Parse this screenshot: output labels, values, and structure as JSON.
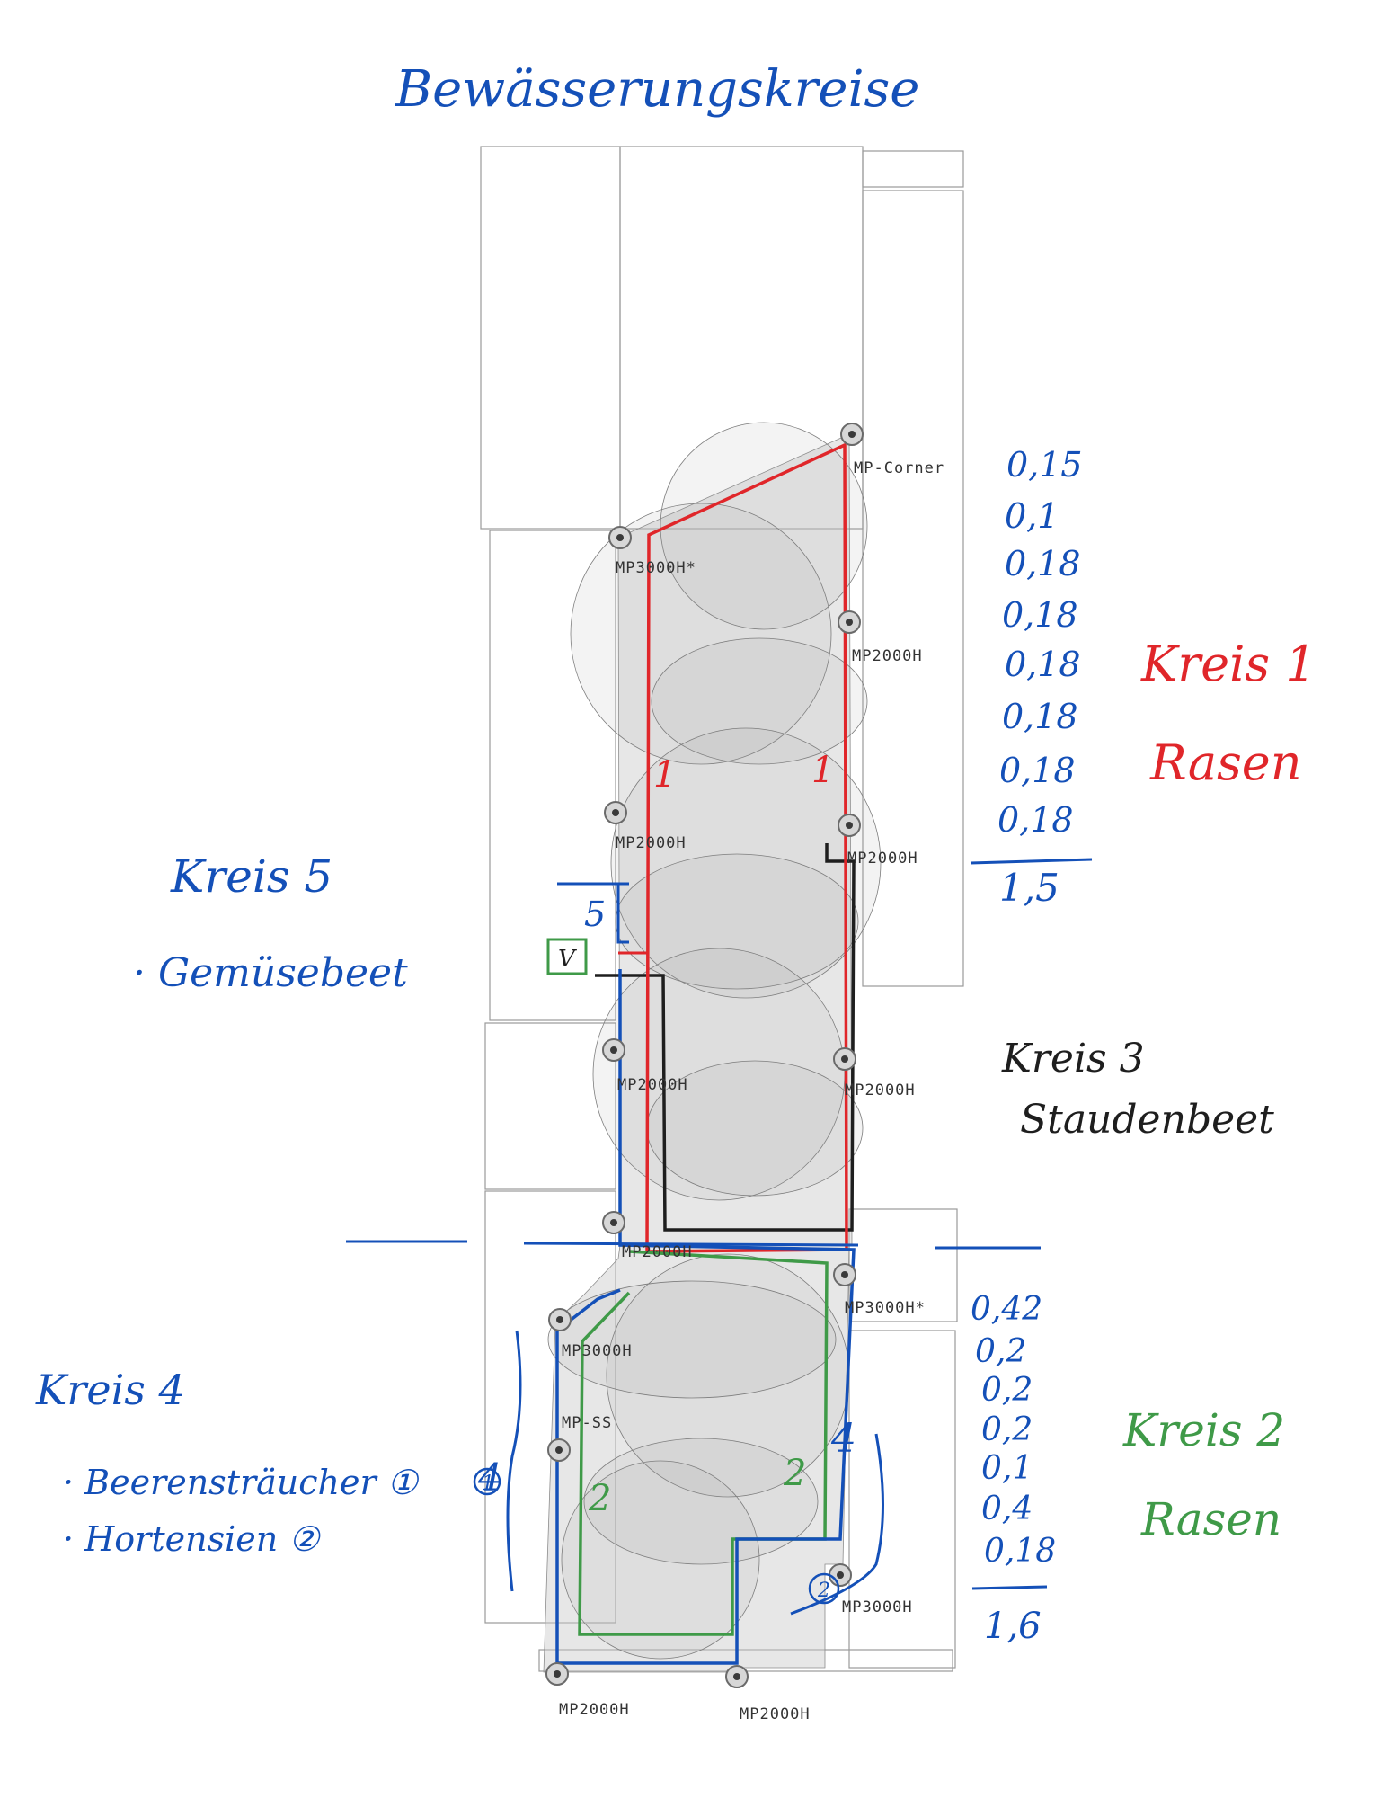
{
  "title": "Bewässerungskreise",
  "heads": {
    "mp_corner": "MP-Corner",
    "mp3000h_star_top": "MP3000H*",
    "mp2000h_r1": "MP2000H",
    "mp2000h_l1": "MP2000H",
    "mp2000h_r2": "MP2000H",
    "mp2000h_l2": "MP2000H",
    "mp2000h_r3": "MP2000H",
    "mp2000h_mid": "MP2000H",
    "mp3000h_star_mid": "MP3000H*",
    "mp3000h_left": "MP3000H",
    "mp_ss": "MP-SS",
    "mp3000h_bottom": "MP3000H",
    "mp2000h_bl": "MP2000H",
    "mp2000h_bm": "MP2000H"
  },
  "kreis1": {
    "name": "Kreis 1",
    "desc": "Rasen",
    "color": "#e0262a",
    "values": [
      "0,15",
      "0,1",
      "0,18",
      "0,18",
      "0,18",
      "0,18",
      "0,18",
      "0,18"
    ],
    "total": "1,5",
    "marker": "1"
  },
  "kreis2": {
    "name": "Kreis 2",
    "desc": "Rasen",
    "color": "#3f9a48",
    "values": [
      "0,42",
      "0,2",
      "0,2",
      "0,2",
      "0,1",
      "0,4",
      "0,18"
    ],
    "total": "1,6",
    "marker": "2"
  },
  "kreis3": {
    "name": "Kreis 3",
    "desc": "Staudenbeet",
    "color": "#1e1e1e"
  },
  "kreis4": {
    "name": "Kreis 4",
    "item1": "· Beerensträucher ①",
    "item2": "· Hortensien ②",
    "color": "#1450b8",
    "marker": "4",
    "circle1": "1",
    "circle2": "2"
  },
  "kreis5": {
    "name": "Kreis 5",
    "desc": "· Gemüsebeet",
    "color": "#1450b8",
    "marker": "5"
  },
  "valve_label": "V",
  "colors": {
    "ink_blue": "#1450b8",
    "red": "#e0262a",
    "green": "#3f9a48",
    "black": "#1e1e1e",
    "plot_gray": "#9a9a9a"
  }
}
